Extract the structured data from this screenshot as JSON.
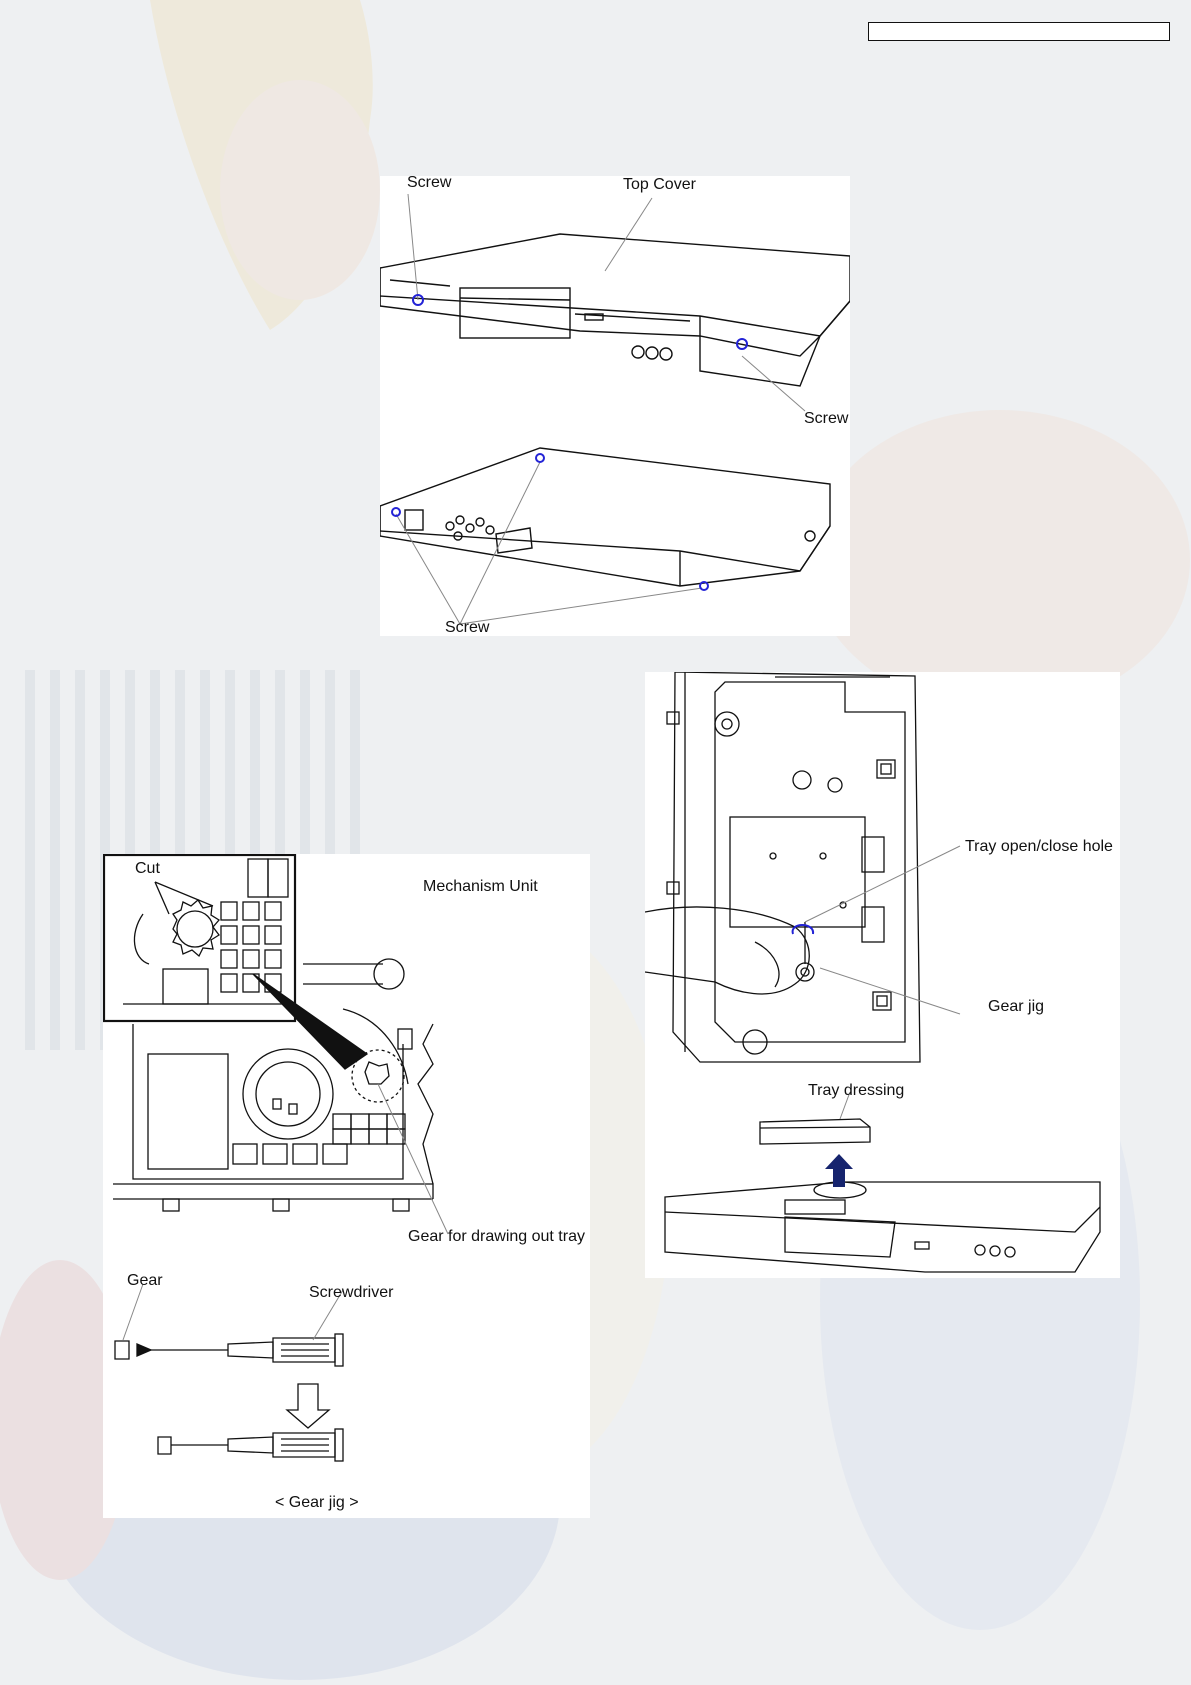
{
  "header": {
    "box_text": ""
  },
  "figure1": {
    "screw_label_top": "Screw",
    "top_cover_label": "Top Cover",
    "screw_label_right": "Screw",
    "screw_label_bottom": "Screw"
  },
  "figure2": {
    "cut_label": "Cut",
    "mechanism_label": "Mechanism Unit",
    "gear_tray_label": "Gear for drawing out tray",
    "gear_label": "Gear",
    "screwdriver_label": "Screwdriver",
    "gear_jig_caption": "< Gear jig >"
  },
  "figure3": {
    "tray_hole_label": "Tray open/close hole",
    "gear_jig_label": "Gear jig",
    "tray_dressing_label": "Tray dressing"
  },
  "colors": {
    "screw_blue": "#2323d6",
    "arrow_navy": "#16246e"
  }
}
